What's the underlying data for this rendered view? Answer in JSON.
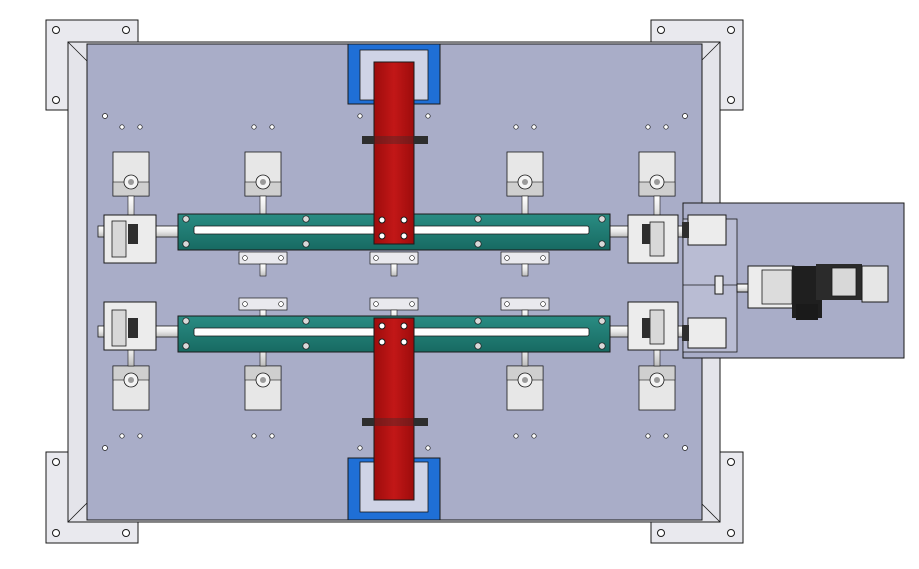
{
  "drawing": {
    "view": "top",
    "colors": {
      "background": "#ffffff",
      "plate": "#a9adc8",
      "plate_dark": "#8e92b0",
      "bracket": "#e9e9ee",
      "outline": "#1a1a1a",
      "red_slider": "#b51010",
      "green_bar": "#1e7d74",
      "blue_pad": "#1f6fd6",
      "dark_steel": "#2e2e2e",
      "shaft": "#f2f2f2",
      "cylinder": "#e7e7e7"
    },
    "components": {
      "corner_brackets": 4,
      "base_plate": 1,
      "actuator_module": 1,
      "red_sliders": 2,
      "green_bars": 2,
      "blue_pads": 2,
      "clamp_units": 16
    }
  }
}
